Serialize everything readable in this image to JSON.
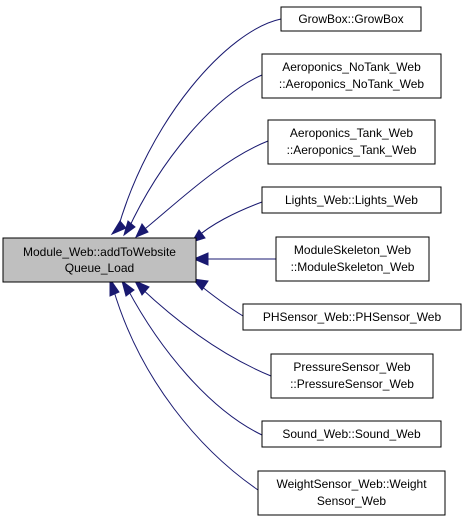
{
  "graph": {
    "source": {
      "lines": [
        "Module_Web::addToWebsite",
        "Queue_Load"
      ]
    },
    "targets": [
      {
        "lines": [
          "GrowBox::GrowBox"
        ]
      },
      {
        "lines": [
          "Aeroponics_NoTank_Web",
          "::Aeroponics_NoTank_Web"
        ]
      },
      {
        "lines": [
          "Aeroponics_Tank_Web",
          "::Aeroponics_Tank_Web"
        ]
      },
      {
        "lines": [
          "Lights_Web::Lights_Web"
        ]
      },
      {
        "lines": [
          "ModuleSkeleton_Web",
          "::ModuleSkeleton_Web"
        ]
      },
      {
        "lines": [
          "PHSensor_Web::PHSensor_Web"
        ]
      },
      {
        "lines": [
          "PressureSensor_Web",
          "::PressureSensor_Web"
        ]
      },
      {
        "lines": [
          "Sound_Web::Sound_Web"
        ]
      },
      {
        "lines": [
          "WeightSensor_Web::Weight",
          "Sensor_Web"
        ]
      }
    ],
    "colors": {
      "edge": "#191970",
      "source_fill": "#bfbfbf",
      "node_fill": "#ffffff",
      "border": "#000000"
    }
  }
}
